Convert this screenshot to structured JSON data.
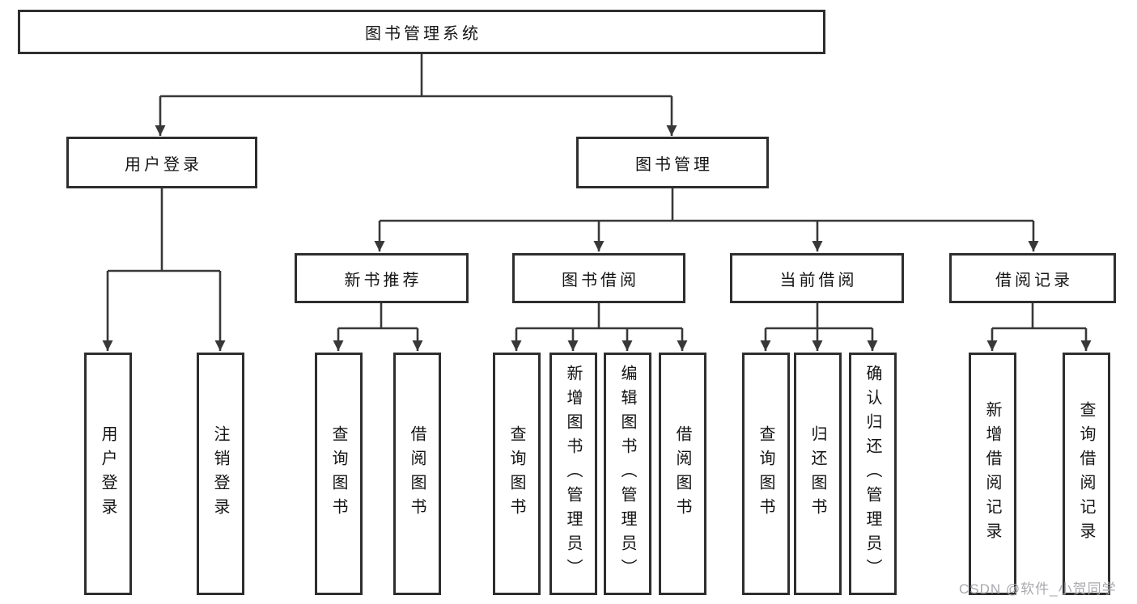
{
  "diagram": {
    "title": "图书管理系统",
    "nodes": {
      "root": {
        "label": "图书管理系统"
      },
      "level2": [
        {
          "label": "用户登录"
        },
        {
          "label": "图书管理"
        }
      ],
      "level3": [
        {
          "label": "新书推荐",
          "parent": "图书管理"
        },
        {
          "label": "图书借阅",
          "parent": "图书管理"
        },
        {
          "label": "当前借阅",
          "parent": "图书管理"
        },
        {
          "label": "借阅记录",
          "parent": "图书管理"
        }
      ],
      "leaves": [
        {
          "label": "用户登录",
          "parent": "用户登录"
        },
        {
          "label": "注销登录",
          "parent": "用户登录"
        },
        {
          "label": "查询图书",
          "parent": "新书推荐"
        },
        {
          "label": "借阅图书",
          "parent": "新书推荐"
        },
        {
          "label": "查询图书",
          "parent": "图书借阅"
        },
        {
          "label": "新增图书（管理员）",
          "parent": "图书借阅"
        },
        {
          "label": "编辑图书（管理员）",
          "parent": "图书借阅"
        },
        {
          "label": "借阅图书",
          "parent": "图书借阅"
        },
        {
          "label": "查询图书",
          "parent": "当前借阅"
        },
        {
          "label": "归还图书",
          "parent": "当前借阅"
        },
        {
          "label": "确认归还（管理员）",
          "parent": "当前借阅"
        },
        {
          "label": "新增借阅记录",
          "parent": "借阅记录"
        },
        {
          "label": "查询借阅记录",
          "parent": "借阅记录"
        }
      ]
    },
    "colors": {
      "line": "#383838",
      "box_border": "#2e2e2e",
      "text": "#141414",
      "background": "#ffffff",
      "watermark_text_color": "#a9a9ae"
    }
  },
  "watermark": {
    "text": "CSDN @软件_小贺同学"
  }
}
